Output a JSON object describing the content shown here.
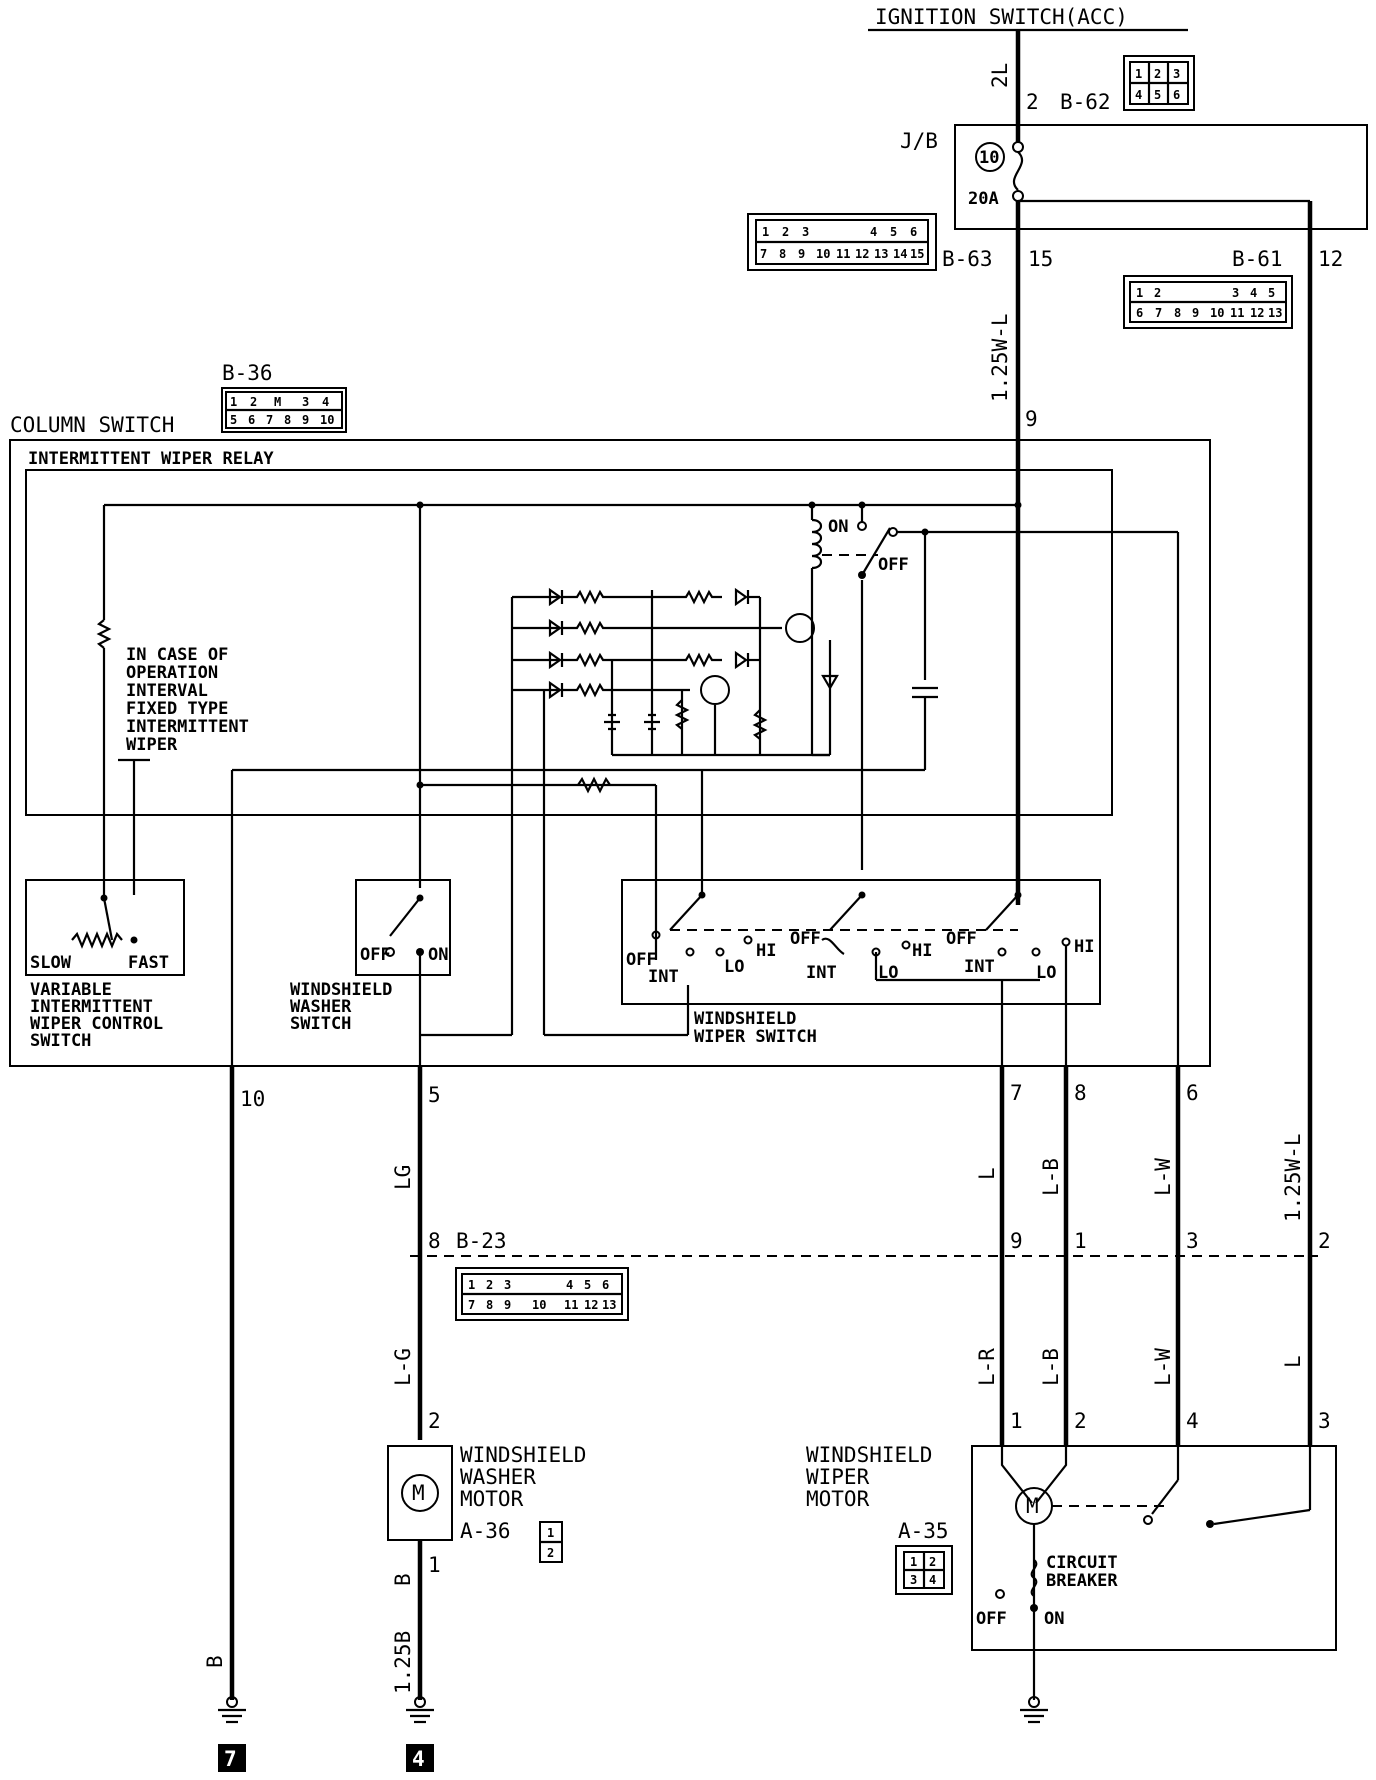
{
  "top": {
    "ignition": "IGNITION SWITCH(ACC)",
    "wire_2l": "2L",
    "pin_2": "2",
    "b62": "B-62"
  },
  "jb": {
    "label": "J/B",
    "fuse_num": "10",
    "fuse_amp": "20A",
    "b63": "B-63",
    "pin15": "15",
    "b61": "B-61",
    "pin12": "12"
  },
  "wire_top": "1.25W-L",
  "column": {
    "b36": "B-36",
    "title": "COLUMN SWITCH",
    "relay": "INTERMITTENT WIPER RELAY",
    "pin9": "9"
  },
  "relay_contacts": {
    "on": "ON",
    "off": "OFF"
  },
  "note": [
    "IN CASE OF",
    "OPERATION",
    "INTERVAL",
    "FIXED TYPE",
    "INTERMITTENT",
    "WIPER"
  ],
  "var_switch": {
    "slow": "SLOW",
    "fast": "FAST",
    "caption": [
      "VARIABLE",
      "INTERMITTENT",
      "WIPER CONTROL",
      "SWITCH"
    ]
  },
  "washer_switch": {
    "off": "OFF",
    "on": "ON",
    "caption": [
      "WINDSHIELD",
      "WASHER",
      "SWITCH"
    ]
  },
  "wiper_switch": {
    "off": "OFF",
    "int": "INT",
    "lo": "LO",
    "hi": "HI",
    "caption": [
      "WINDSHIELD",
      "WIPER SWITCH"
    ]
  },
  "out_pins": {
    "p10": "10",
    "p5": "5",
    "p7": "7",
    "p8": "8",
    "p6": "6"
  },
  "wires": {
    "lg": "LG",
    "l": "L",
    "lb": "L-B",
    "lw": "L-W",
    "w125": "1.25W-L",
    "lg2": "L-G",
    "lr": "L-R",
    "b": "B",
    "b125": "1.25B",
    "l2": "L"
  },
  "b23": {
    "id": "B-23",
    "p8": "8",
    "p9": "9",
    "p1": "1",
    "p3": "3",
    "p2": "2"
  },
  "washer_motor": {
    "pin2": "2",
    "pin1": "1",
    "m": "M",
    "title": [
      "WINDSHIELD",
      "WASHER",
      "MOTOR"
    ],
    "conn": "A-36"
  },
  "wiper_motor": {
    "p1": "1",
    "p2": "2",
    "p4": "4",
    "p3": "3",
    "m": "M",
    "title": [
      "WINDSHIELD",
      "WIPER",
      "MOTOR"
    ],
    "conn": "A-35",
    "breaker": [
      "CIRCUIT",
      "BREAKER"
    ],
    "off": "OFF",
    "on": "ON"
  },
  "grounds": {
    "g7": "7",
    "g4": "4"
  },
  "connectors": {
    "b62": [
      "1",
      "2",
      "3",
      "4",
      "5",
      "6"
    ],
    "b63_top": [
      "1",
      "2",
      "3",
      "4",
      "5",
      "6"
    ],
    "b63_bot": [
      "7",
      "8",
      "9",
      "10",
      "11",
      "12",
      "13",
      "14",
      "15"
    ],
    "b61_top": [
      "1",
      "2",
      "3",
      "4",
      "5"
    ],
    "b61_bot": [
      "6",
      "7",
      "8",
      "9",
      "10",
      "11",
      "12",
      "13"
    ],
    "b36_top": [
      "1",
      "2",
      "M",
      "3",
      "4"
    ],
    "b36_bot": [
      "5",
      "6",
      "7",
      "8",
      "9",
      "10"
    ],
    "b23_top": [
      "1",
      "2",
      "3",
      "4",
      "5",
      "6"
    ],
    "b23_bot": [
      "7",
      "8",
      "9",
      "10",
      "11",
      "12",
      "13"
    ],
    "a36": [
      "1",
      "2"
    ],
    "a35": [
      "1",
      "2",
      "3",
      "4"
    ]
  }
}
